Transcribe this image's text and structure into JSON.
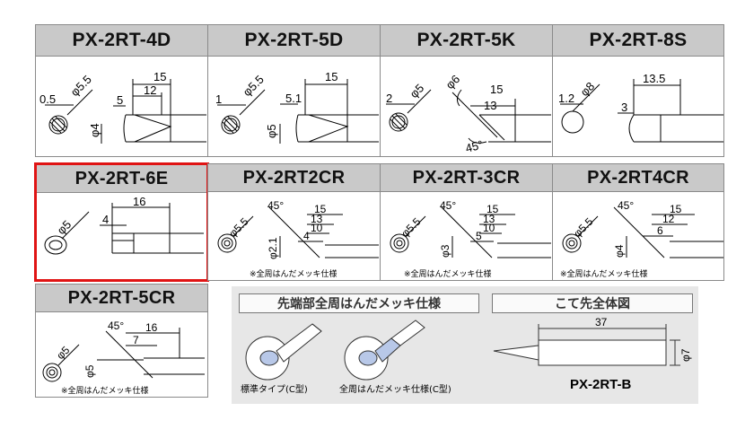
{
  "tips": [
    {
      "name": "PX-2RT-4D",
      "dims": [
        "0.5",
        "φ5.5",
        "15",
        "12",
        "5",
        "φ4"
      ]
    },
    {
      "name": "PX-2RT-5D",
      "dims": [
        "1",
        "φ5.5",
        "15",
        "5.1",
        "φ5"
      ]
    },
    {
      "name": "PX-2RT-5K",
      "dims": [
        "2",
        "φ5",
        "φ6",
        "15",
        "13",
        "45°"
      ]
    },
    {
      "name": "PX-2RT-8S",
      "dims": [
        "1.2",
        "φ8",
        "3",
        "13.5"
      ]
    },
    {
      "name": "PX-2RT-6E",
      "dims": [
        "φ5",
        "4",
        "16"
      ]
    },
    {
      "name": "PX-2RT2CR",
      "dims": [
        "45°",
        "φ5.5",
        "15",
        "13",
        "10",
        "4",
        "φ2.1"
      ],
      "note": "※全周はんだメッキ仕様"
    },
    {
      "name": "PX-2RT-3CR",
      "dims": [
        "45°",
        "φ5.5",
        "15",
        "13",
        "10",
        "5",
        "φ3"
      ],
      "note": "※全周はんだメッキ仕様"
    },
    {
      "name": "PX-2RT4CR",
      "dims": [
        "45°",
        "φ5.5",
        "15",
        "12",
        "6",
        "φ4"
      ],
      "note": "※全周はんだメッキ仕様"
    },
    {
      "name": "PX-2RT-5CR",
      "dims": [
        "45°",
        "16",
        "7",
        "φ5",
        "φ5"
      ],
      "note": "※全周はんだメッキ仕様"
    }
  ],
  "selected": "PX-2RT-6E",
  "legend": {
    "plating_title": "先端部全周はんだメッキ仕様",
    "standard_label": "標準タイプ(C型)",
    "plated_label": "全周はんだメッキ仕様(C型)",
    "overall_title": "こて先全体図",
    "overall_length": "37",
    "overall_dia": "φ7",
    "overall_model": "PX-2RT-B"
  },
  "colors": {
    "header_bg": "#c9c9c9",
    "highlight": "#e01414",
    "panel_bg": "#e7e7e7",
    "tip_blue": "#b8c8e8"
  }
}
